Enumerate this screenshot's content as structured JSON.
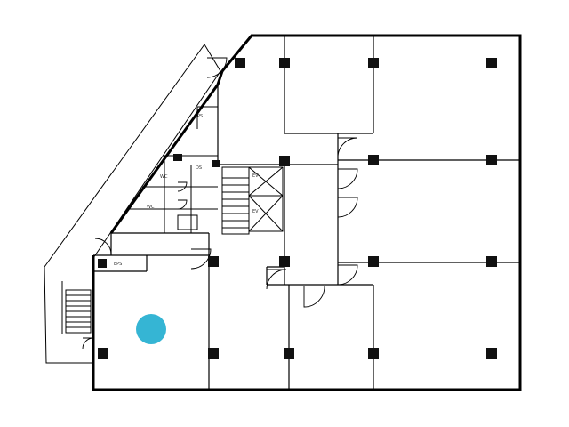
{
  "plan": {
    "title": "",
    "labels": {
      "room_a": "EV",
      "room_b": "EV",
      "room_c": "WC",
      "room_d": "WC",
      "room_e": "PS",
      "room_f": "DS",
      "room_g": "EPS"
    }
  },
  "colors": {
    "walls": "#000000",
    "columns": "#111111",
    "marker": "#35b5d4",
    "background": "#ffffff"
  },
  "marker": {
    "icon": "location-dot-icon"
  }
}
